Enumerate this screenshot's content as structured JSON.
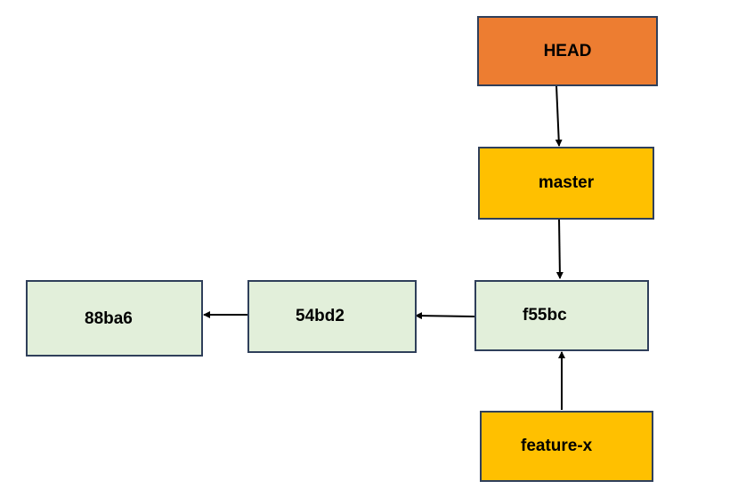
{
  "refs": {
    "head": {
      "label": "HEAD",
      "color": "#ed7d31"
    },
    "master": {
      "label": "master",
      "color": "#ffc000"
    },
    "feature": {
      "label": "feature-x",
      "color": "#ffc000"
    }
  },
  "commits": {
    "c1": {
      "label": "88ba6"
    },
    "c2": {
      "label": "54bd2"
    },
    "c3": {
      "label": "f55bc"
    }
  },
  "colors": {
    "commit_fill": "#e2efda",
    "border": "#2f3f5a",
    "arrow": "#000000"
  }
}
